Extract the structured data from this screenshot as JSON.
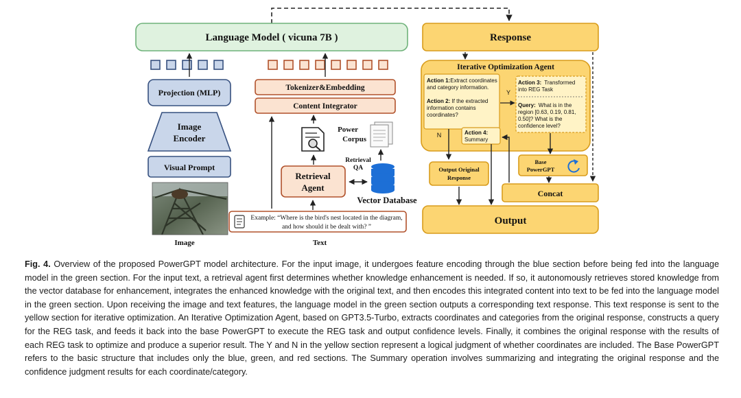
{
  "diagram": {
    "language_model": "Language Model ( vicuna 7B )",
    "response": "Response",
    "projection": "Projection (MLP)",
    "image_encoder_line1": "Image",
    "image_encoder_line2": "Encoder",
    "visual_prompt": "Visual Prompt",
    "image_label": "Image",
    "text_label": "Text",
    "tokenizer": "Tokenizer&Embedding",
    "content_integrator": "Content Integrator",
    "power_corpus_line1": "Power",
    "power_corpus_line2": "Corpus",
    "retrieval_qa_line1": "Retrieval",
    "retrieval_qa_line2": "QA",
    "retrieval_agent_line1": "Retrieval",
    "retrieval_agent_line2": "Agent",
    "vector_database": "Vector Database",
    "example_line1": "Example: “Where is the bird's nest located in the diagram,",
    "example_line2": "and how should it be dealt with? ”",
    "ioa_title": "Iterative Optimization Agent",
    "action1_bold": "Action 1:",
    "action1_l1": "Extract coordinates",
    "action1_l2": "and category information.",
    "action2_bold": "Action 2:",
    "action2_l1": " If the extracted",
    "action2_l2": "information contains",
    "action2_l3": "coordinates?",
    "action3_bold": "Action 3:",
    "action3_l1": "Transformed",
    "action3_l2": "into REG Task",
    "query_bold": "Query:",
    "query_l1": "What is in the",
    "query_l2": "region [0.63, 0.19, 0.81,",
    "query_l3": "0.50]? What is the",
    "query_l4": "confidence level?",
    "action4_bold": "Action 4:",
    "action4_l2": "Summary",
    "y_label": "Y",
    "n_label": "N",
    "output_original_l1": "Output Original",
    "output_original_l2": "Response",
    "base_l1": "Base",
    "base_l2": "PowerGPT",
    "concat": "Concat",
    "output": "Output"
  },
  "caption": {
    "fig": "Fig. 4.",
    "text": " Overview of the proposed PowerGPT model architecture. For the input image, it undergoes feature encoding through the blue section before being fed into the language model in the green section. For the input text, a retrieval agent first determines whether knowledge enhancement is needed. If so, it autonomously retrieves stored knowledge from the vector database for enhancement, integrates the enhanced knowledge with the original text, and then encodes this integrated content into text to be fed into the language model in the green section. Upon receiving the image and text features, the language model in the green section outputs a corresponding text response. This text response is sent to the yellow section for iterative optimization. An Iterative Optimization Agent, based on GPT3.5-Turbo, extracts coordinates and categories from the original response, constructs a query for the REG task, and feeds it back into the base PowerGPT to execute the REG task and output confidence levels. Finally, it combines the original response with the results of each REG task to optimize and produce a superior result. The Y and N in the yellow section represent a logical judgment of whether coordinates are included. The Base PowerGPT refers to the basic structure that includes only the blue, green, and red sections. The Summary operation involves summarizing and integrating the original response and the confidence judgment results for each coordinate/category."
  },
  "colors": {
    "green_fill": "#dff2df",
    "green_stroke": "#6fb27a",
    "blue_fill": "#c9d6ea",
    "blue_stroke": "#36507f",
    "red_fill": "#fbe3d1",
    "red_stroke": "#b0502a",
    "yellow_fill": "#fcd572",
    "yellow_stroke": "#d89c1c",
    "light_yellow": "#fff3c6"
  },
  "icons": {
    "document_search": "document-search-icon",
    "corpus": "corpus-documents-icon",
    "database": "database-icon",
    "scroll": "scroll-icon",
    "refresh": "refresh-icon",
    "photo": "transmission-tower-photo"
  }
}
